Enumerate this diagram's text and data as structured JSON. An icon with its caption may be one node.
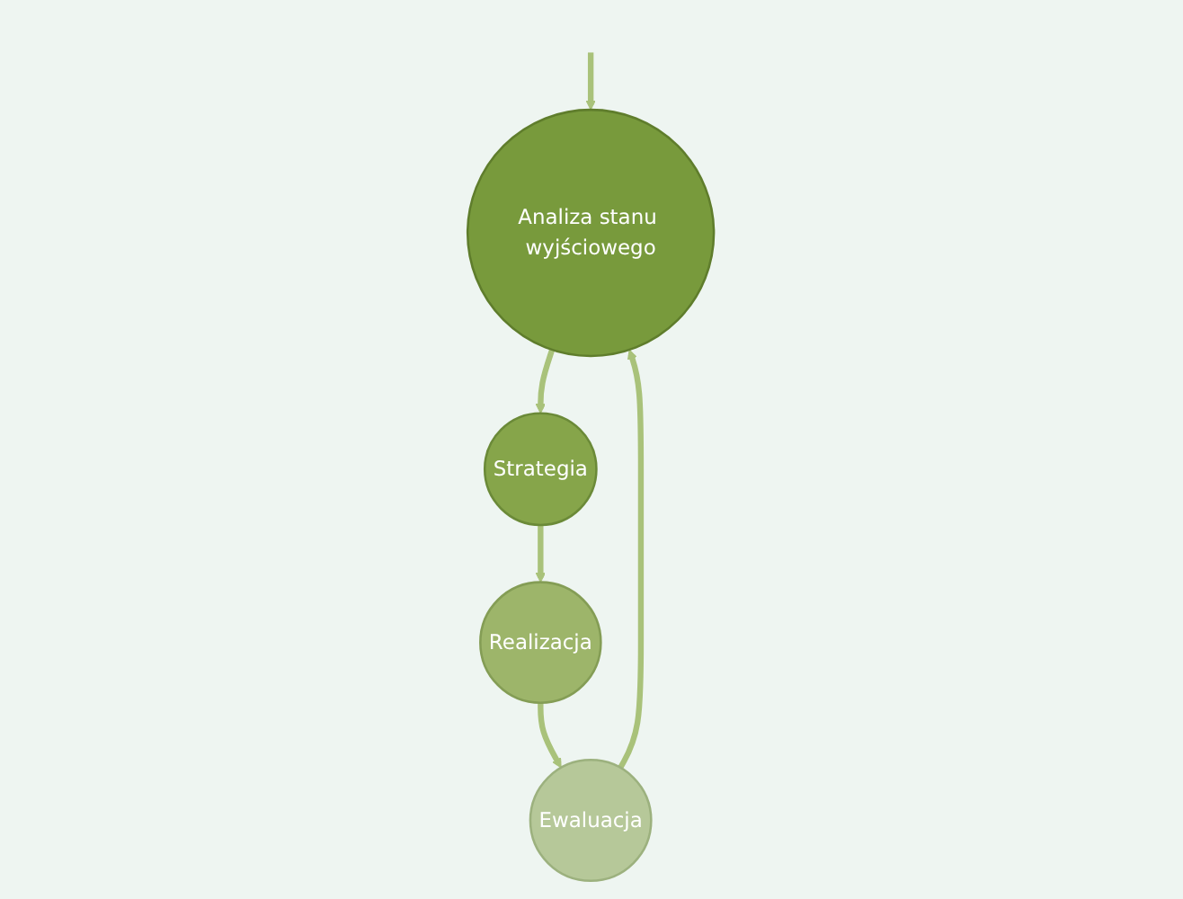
{
  "diagram": {
    "nodes": [
      {
        "text": [
          "Analiza stanu wyjściowego"
        ]
      },
      {
        "text": [
          "Strategia"
        ]
      },
      {
        "text": [
          "Realizacja"
        ]
      },
      {
        "text": [
          "Ewaluacja"
        ]
      }
    ],
    "edges": [
      {
        "from": null,
        "to": 0,
        "arrow": "to"
      },
      {
        "from": 0,
        "to": 1,
        "arrow": "to"
      },
      {
        "from": 1,
        "to": 2,
        "arrow": "to"
      },
      {
        "from": 2,
        "to": 3,
        "arrow": "to"
      },
      {
        "from": 3,
        "to": 0,
        "arrow": "to"
      }
    ]
  }
}
